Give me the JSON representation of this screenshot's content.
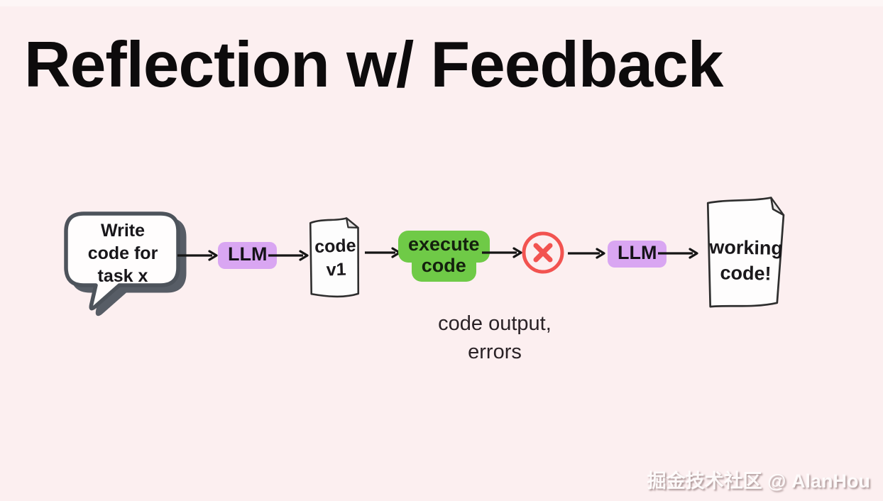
{
  "title": "Reflection w/ Feedback",
  "watermark": "掘金技术社区 @ AlanHou",
  "colors": {
    "background": "#fceff0",
    "title_text": "#0d0b0c",
    "llm_badge": "#d9a6f2",
    "execute_badge": "#6fca47",
    "error_red": "#f25350",
    "bubble_outline": "#4d535b",
    "bubble_shadow": "#575d66",
    "paper_outline": "#2e2e2e",
    "arrow": "#151515"
  },
  "icons": {
    "speech_bubble": "speech-bubble-icon",
    "document": "document-icon",
    "error": "x-circle-icon",
    "arrow": "arrow-right-icon"
  },
  "flow": {
    "bubble_lines": [
      "Write",
      "code for",
      "task x"
    ],
    "llm1_label": "LLM",
    "code_doc_lines": [
      "code",
      "v1"
    ],
    "execute_lines": [
      "execute",
      "code"
    ],
    "llm2_label": "LLM",
    "output_doc_lines": [
      "working",
      "code!"
    ],
    "error_note_lines": [
      "code output,",
      "errors"
    ]
  }
}
